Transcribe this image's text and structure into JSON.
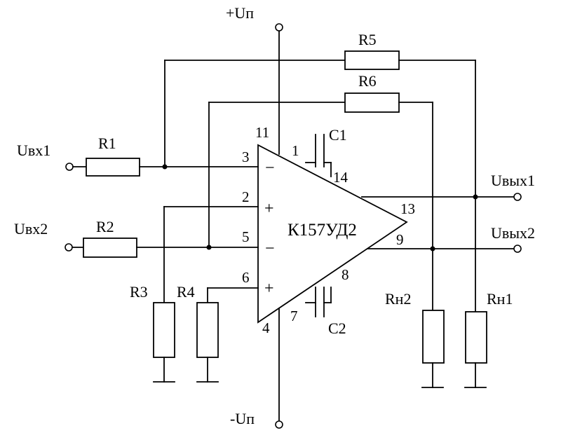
{
  "supply": {
    "positive": "+Uп",
    "negative": "-Uп"
  },
  "inputs": {
    "in1": "Uвх1",
    "in2": "Uвх2"
  },
  "outputs": {
    "out1": "Uвых1",
    "out2": "Uвых2"
  },
  "resistors": {
    "r1": "R1",
    "r2": "R2",
    "r3": "R3",
    "r4": "R4",
    "r5": "R5",
    "r6": "R6",
    "rn1": "Rн1",
    "rn2": "Rн2"
  },
  "capacitors": {
    "c1": "C1",
    "c2": "C2"
  },
  "chip": {
    "name": "К157УД2"
  },
  "pins": {
    "p11": "11",
    "p1": "1",
    "p14": "14",
    "p3": "3",
    "p2": "2",
    "p5": "5",
    "p6": "6",
    "p13": "13",
    "p9": "9",
    "p8": "8",
    "p7": "7",
    "p4": "4"
  },
  "signs": {
    "minus_top": "−",
    "plus_2": "+",
    "minus_5": "−",
    "plus_6": "+"
  }
}
